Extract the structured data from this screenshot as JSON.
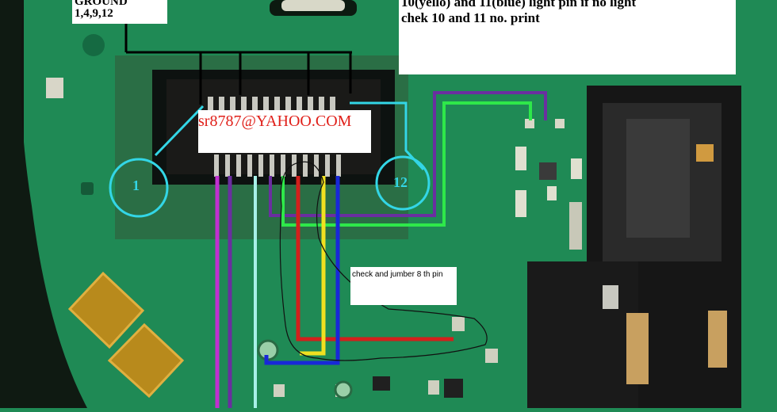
{
  "annotations": {
    "ground_label": {
      "line1": "GROUND",
      "line2": "1,4,9,12"
    },
    "light_note": {
      "line1": "10(yello) and 11(blue) light pin if no light",
      "line2": "chek 10 and 11 no. print"
    },
    "watermark": "sr8787@YAHOO.COM",
    "jumper_note": "check and jumber 8 th pin",
    "pin_first": "1",
    "pin_last": "12"
  },
  "colors": {
    "pcb_green": "#1f8a55",
    "trace_cyan": "#33d6e6",
    "trace_magenta": "#c030d0",
    "trace_purple": "#6a2fa0",
    "trace_green": "#2ee84a",
    "trace_red": "#d2201c",
    "trace_yellow": "#f0e020",
    "trace_blue": "#1828d8",
    "trace_black": "#000000"
  }
}
